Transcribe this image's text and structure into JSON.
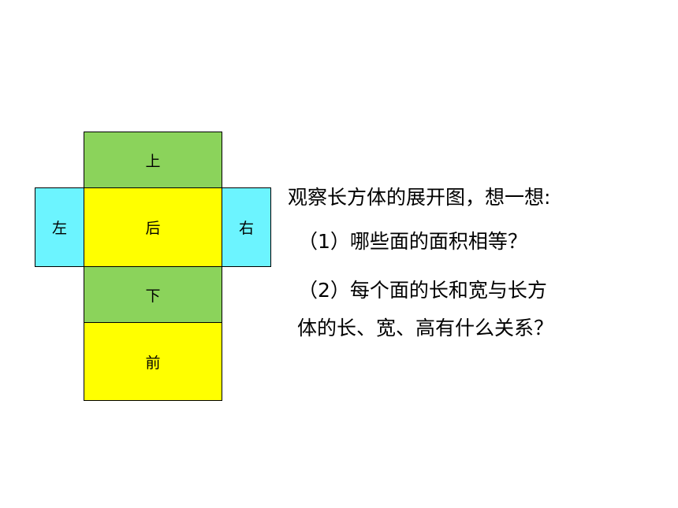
{
  "diagram": {
    "faces": [
      {
        "id": "top",
        "label": "上",
        "color": "#8bd35b"
      },
      {
        "id": "left",
        "label": "左",
        "color": "#6cf4ff"
      },
      {
        "id": "back",
        "label": "后",
        "color": "#ffff00"
      },
      {
        "id": "right",
        "label": "右",
        "color": "#6cf4ff"
      },
      {
        "id": "bottom",
        "label": "下",
        "color": "#8bd35b"
      },
      {
        "id": "front",
        "label": "前",
        "color": "#ffff00"
      }
    ]
  },
  "text": {
    "prompt": "观察长方体的展开图，想一想:",
    "q1": "（1）哪些面的面积相等？",
    "q2_line1": "（2）每个面的长和宽与长方",
    "q2_line2": "体的长、宽、高有什么关系？"
  }
}
